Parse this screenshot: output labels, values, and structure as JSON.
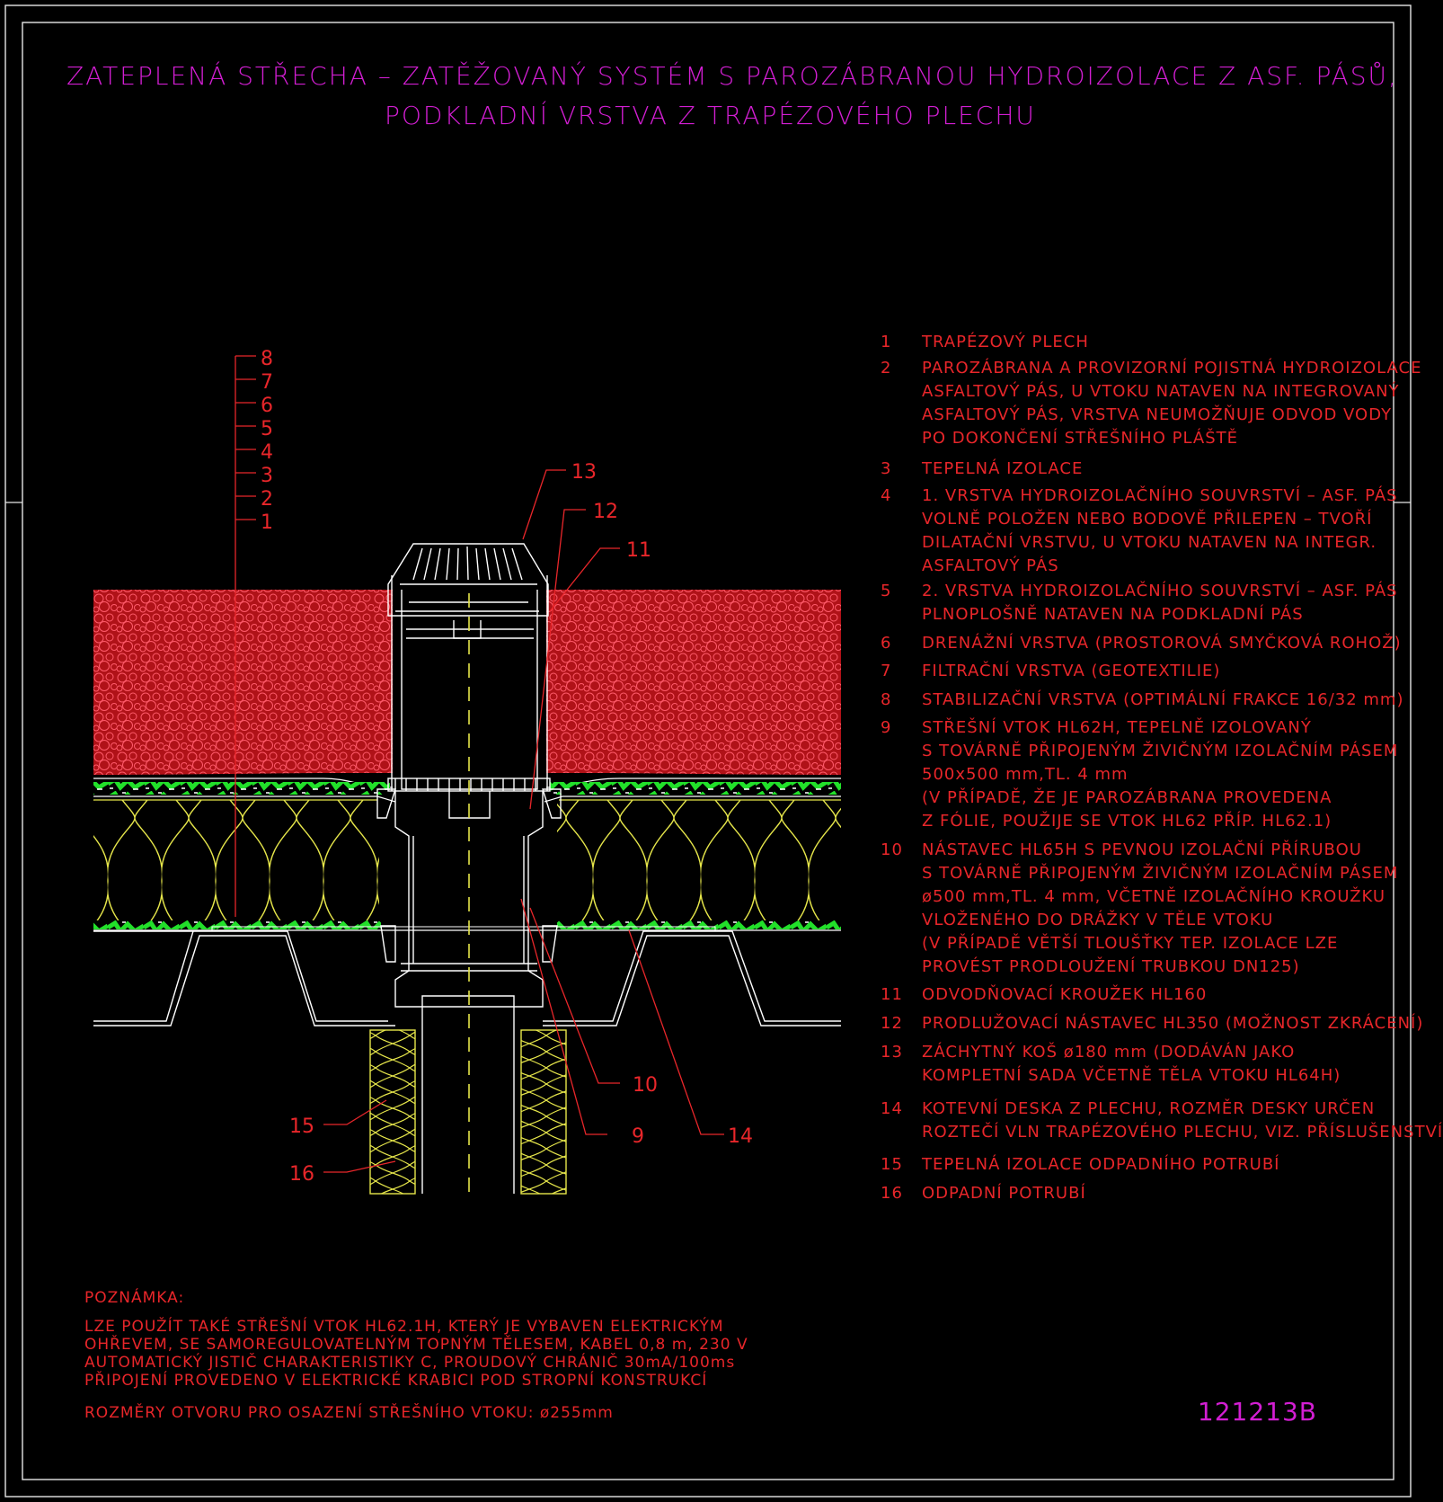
{
  "title": {
    "line1": "ZATEPLENÁ STŘECHA – ZATĚŽOVANÝ SYSTÉM S PAROZÁBRANOU HYDROIZOLACE Z ASF. PÁSŮ,",
    "line2": "PODKLADNÍ VRSTVA Z TRAPÉZOVÉHO PLECHU"
  },
  "layer_ticks": [
    "8",
    "7",
    "6",
    "5",
    "4",
    "3",
    "2",
    "1"
  ],
  "callouts": {
    "c13": "13",
    "c12": "12",
    "c11": "11",
    "c10": "10",
    "c9": "9",
    "c14": "14",
    "c15": "15",
    "c16": "16"
  },
  "legend": [
    {
      "num": "1",
      "text": "TRAPÉZOVÝ PLECH"
    },
    {
      "num": "2",
      "text": "PAROZÁBRANA A PROVIZORNÍ POJISTNÁ HYDROIZOLACE\nASFALTOVÝ PÁS, U VTOKU NATAVEN NA INTEGROVANÝ\nASFALTOVÝ PÁS, VRSTVA NEUMOŽŇUJE ODVOD VODY\nPO DOKONČENÍ STŘEŠNÍHO PLÁŠTĚ"
    },
    {
      "num": "3",
      "text": "TEPELNÁ IZOLACE"
    },
    {
      "num": "4",
      "text": "1. VRSTVA HYDROIZOLAČNÍHO SOUVRSTVÍ – ASF. PÁS\nVOLNĚ POLOŽEN NEBO BODOVĚ PŘILEPEN – TVOŘÍ\nDILATAČNÍ VRSTVU, U VTOKU NATAVEN NA INTEGR.\nASFALTOVÝ PÁS"
    },
    {
      "num": "5",
      "text": "2. VRSTVA HYDROIZOLAČNÍHO SOUVRSTVÍ – ASF. PÁS\nPLNOPLOŠNĚ NATAVEN NA PODKLADNÍ PÁS"
    },
    {
      "num": "6",
      "text": "DRENÁŽNÍ VRSTVA (PROSTOROVÁ SMYČKOVÁ ROHOŽ)"
    },
    {
      "num": "7",
      "text": "FILTRAČNÍ VRSTVA (GEOTEXTILIE)"
    },
    {
      "num": "8",
      "text": "STABILIZAČNÍ VRSTVA (OPTIMÁLNÍ FRAKCE 16/32 mm)"
    },
    {
      "num": "9",
      "text": "STŘEŠNÍ VTOK HL62H, TEPELNĚ IZOLOVANÝ\nS TOVÁRNĚ PŘIPOJENÝM ŽIVIČNÝM IZOLAČNÍM PÁSEM\n500x500 mm,TL. 4 mm\n(V PŘÍPADĚ, ŽE JE PAROZÁBRANA PROVEDENA\nZ FÓLIE, POUŽIJE SE VTOK HL62 PŘÍP. HL62.1)"
    },
    {
      "num": "10",
      "text": "NÁSTAVEC HL65H S PEVNOU IZOLAČNÍ PŘÍRUBOU\nS TOVÁRNĚ PŘIPOJENÝM ŽIVIČNÝM IZOLAČNÍM PÁSEM\nø500 mm,TL. 4 mm, VČETNĚ IZOLAČNÍHO KROUŽKU\nVLOŽENÉHO DO DRÁŽKY V TĚLE VTOKU\n(V PŘÍPADĚ VĚTŠÍ TLOUŠŤKY TEP. IZOLACE LZE\nPROVÉST PRODLOUŽENÍ TRUBKOU DN125)"
    },
    {
      "num": "11",
      "text": "ODVODŇOVACÍ KROUŽEK HL160"
    },
    {
      "num": "12",
      "text": "PRODLUŽOVACÍ NÁSTAVEC HL350 (MOŽNOST ZKRÁCENÍ)"
    },
    {
      "num": "13",
      "text": "ZÁCHYTNÝ KOŠ ø180 mm (DODÁVÁN JAKO\nKOMPLETNÍ SADA VČETNĚ TĚLA VTOKU HL64H)"
    },
    {
      "num": "14",
      "text": "KOTEVNÍ DESKA Z PLECHU, ROZMĚR DESKY URČEN\nROZTEČÍ VLN TRAPÉZOVÉHO PLECHU, VIZ. PŘÍSLUŠENSTVÍ"
    },
    {
      "num": "15",
      "text": "TEPELNÁ IZOLACE ODPADNÍHO POTRUBÍ"
    },
    {
      "num": "16",
      "text": "ODPADNÍ POTRUBÍ"
    }
  ],
  "note": {
    "heading": "POZNÁMKA:",
    "body": "LZE POUŽÍT TAKÉ STŘEŠNÍ VTOK HL62.1H, KTERÝ JE VYBAVEN ELEKTRICKÝM\nOHŘEVEM, SE SAMOREGULOVATELNÝM TOPNÝM TĚLESEM, KABEL 0,8 m, 230 V\nAUTOMATICKÝ JISTIČ CHARAKTERISTIKY C, PROUDOVÝ CHRÁNIČ 30mA/100ms\nPŘIPOJENÍ PROVEDENO V ELEKTRICKÉ KRABICI POD STROPNÍ KONSTRUKCÍ",
    "opening": "ROZMĚRY OTVORU PRO OSAZENÍ STŘEŠNÍHO VTOKU: ø255mm"
  },
  "drawing_code": "121213B",
  "colors": {
    "background": "#000000",
    "title": "#d21ed2",
    "text": "#e8262a",
    "gravel": "#b01218",
    "insulation": "#e6e64a",
    "membrane": "#22e02a",
    "frame": "#e6e6e6"
  }
}
